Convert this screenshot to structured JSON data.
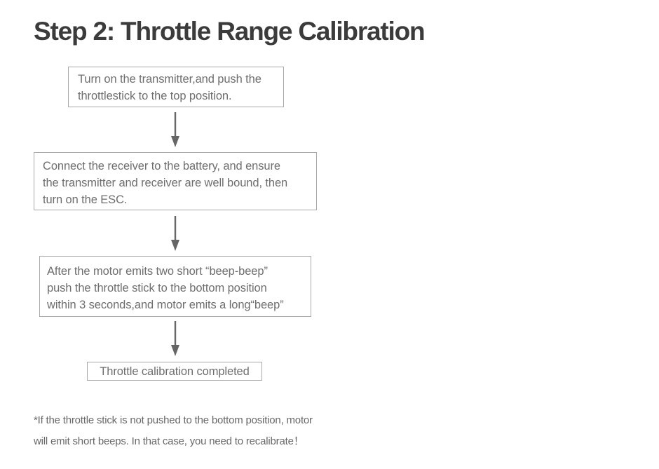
{
  "title": "Step 2: Throttle Range Calibration",
  "flow": {
    "boxes": [
      {
        "lines": [
          "Turn on the transmitter,and push the",
          "throttlestick to the top position."
        ]
      },
      {
        "lines": [
          "Connect the receiver to the battery, and ensure",
          "the transmitter and receiver are well bound, then",
          "turn on the ESC."
        ]
      },
      {
        "lines": [
          "After the motor emits two short “beep-beep”",
          "push the throttle stick to the bottom position",
          "within 3 seconds,and motor emits a long“beep”"
        ]
      },
      {
        "lines": [
          "Throttle calibration completed"
        ]
      }
    ]
  },
  "footnote": {
    "lines": [
      "*If the throttle stick is not pushed to the bottom position, motor",
      "will emit short beeps. In that case, you need to recalibrate！"
    ]
  },
  "colors": {
    "background": "#ffffff",
    "title_text": "#3b3b3b",
    "box_text": "#6e6e6e",
    "box_border": "#a8a8a8",
    "arrow": "#666666",
    "footnote_text": "#686868"
  }
}
